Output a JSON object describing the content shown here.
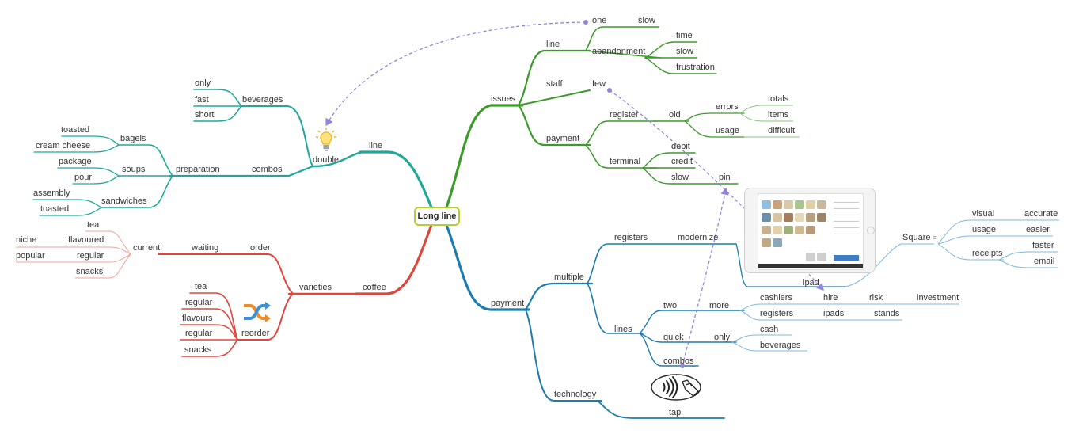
{
  "root": "Long line",
  "nodes": {
    "issues": "issues",
    "line_r": "line",
    "one": "one",
    "slow1": "slow",
    "abandonment": "abandonment",
    "time": "time",
    "slow2": "slow",
    "frustration": "frustration",
    "staff": "staff",
    "few": "few",
    "payment_r": "payment",
    "register": "register",
    "old": "old",
    "errors": "errors",
    "totals": "totals",
    "items": "items",
    "usage_r": "usage",
    "difficult": "difficult",
    "terminal": "terminal",
    "debit": "debit",
    "credit": "credit",
    "slow3": "slow",
    "pin": "pin",
    "payment_b": "payment",
    "multiple": "multiple",
    "registers": "registers",
    "modernize": "modernize",
    "ipad": "ipad",
    "lines": "lines",
    "two": "two",
    "more": "more",
    "cashiers": "cashiers",
    "hire": "hire",
    "risk": "risk",
    "investment": "investment",
    "registers2": "registers",
    "ipads": "ipads",
    "stands": "stands",
    "quick": "quick",
    "only_q": "only",
    "cash": "cash",
    "beverages_q": "beverages",
    "combos_b": "combos",
    "technology": "technology",
    "tap": "tap",
    "square": "Square",
    "visual": "visual",
    "accurate": "accurate",
    "usage_sq": "usage",
    "easier": "easier",
    "receipts": "receipts",
    "faster": "faster",
    "email": "email",
    "line_l": "line",
    "double": "double",
    "beverages_l": "beverages",
    "only_l": "only",
    "fast": "fast",
    "short": "short",
    "combos_l": "combos",
    "preparation": "preparation",
    "bagels": "bagels",
    "toasted1": "toasted",
    "cream_cheese": "cream cheese",
    "soups": "soups",
    "package": "package",
    "pour": "pour",
    "sandwiches": "sandwiches",
    "assembly": "assembly",
    "toasted2": "toasted",
    "coffee": "coffee",
    "varieties": "varieties",
    "order": "order",
    "waiting": "waiting",
    "current": "current",
    "tea1": "tea",
    "flavoured": "flavoured",
    "niche": "niche",
    "regular1": "regular",
    "popular": "popular",
    "snacks1": "snacks",
    "reorder": "reorder",
    "tea2": "tea",
    "regular2": "regular",
    "flavours": "flavours",
    "regular3": "regular",
    "snacks2": "snacks"
  },
  "colors": {
    "green": "#3a9a2a",
    "green_light": "#86c77a",
    "teal": "#1fa89a",
    "teal_light": "#6fcfc3",
    "red": "#e0463c",
    "red_light": "#f0a39c",
    "blue": "#1c7bb0",
    "blue_light": "#7cb8db",
    "root_border": "#b6cf2c",
    "dashed": "#8f86d8"
  },
  "icons": [
    "lightbulb-icon",
    "shuffle-icon",
    "contactless-payment-icon",
    "ipad-image",
    "note-icon"
  ]
}
